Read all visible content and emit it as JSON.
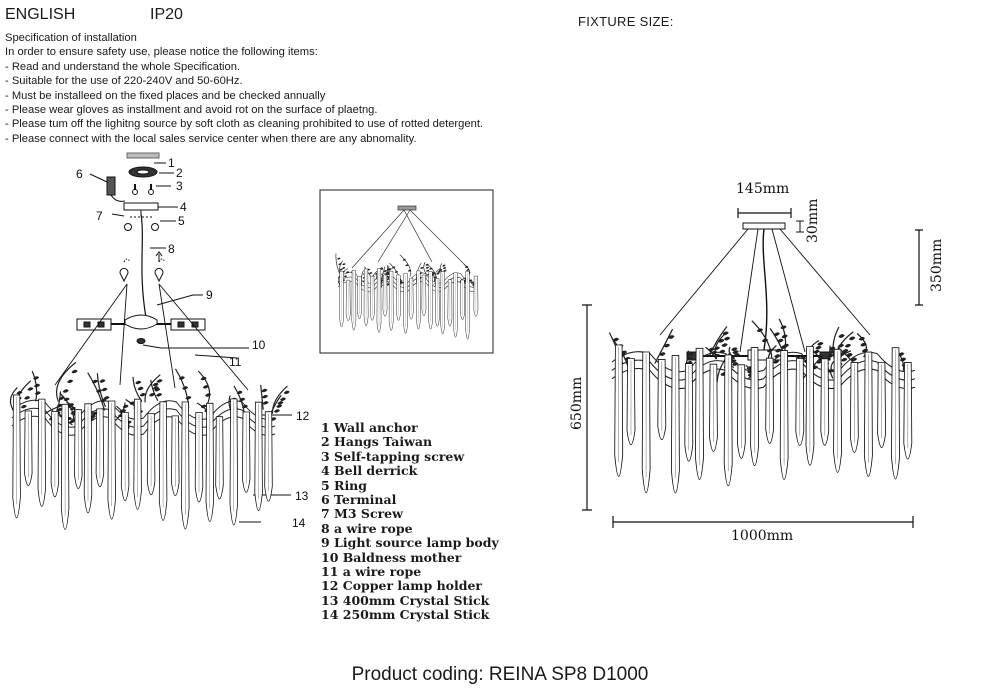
{
  "header": {
    "language": "ENGLISH",
    "ip_rating": "IP20",
    "fixture_size_label": "FIXTURE SIZE:"
  },
  "spec": {
    "lines": [
      "Specification of installation",
      "In order to ensure safety use, please notice the following items:",
      "- Read and understand the whole Specification.",
      "- Suitable for the use of 220-240V and 50-60Hz.",
      "- Must be installeed on the fixed places and be checked annually",
      "- Please wear gloves as installment and avoid rot on the surface of plaetng.",
      "- Please tum off the lighitng source by soft cloth as cleaning prohibited to use of rotted detergent.",
      "- Please connect with the local sales service center when there are any abnomality."
    ]
  },
  "parts": [
    "1 Wall anchor",
    "2 Hangs Taiwan",
    "3 Self-tapping screw",
    "4 Bell derrick",
    "5 Ring",
    "6 Terminal",
    "7 M3 Screw",
    "8 a wire rope",
    "9 Light source lamp body",
    "10 Baldness mother",
    "11 a wire rope",
    "12 Copper lamp holder",
    "13 400mm Crystal Stick",
    "14 250mm Crystal Stick"
  ],
  "callouts": [
    "1",
    "2",
    "3",
    "4",
    "5",
    "6",
    "7",
    "8",
    "9",
    "10",
    "11",
    "12",
    "13",
    "14"
  ],
  "dimensions": {
    "canopy": "145mm",
    "canopy_height": "30mm",
    "drop": "350mm",
    "height": "650mm",
    "width": "1000mm"
  },
  "footer": {
    "product_coding": "Product coding: REINA SP8 D1000"
  }
}
